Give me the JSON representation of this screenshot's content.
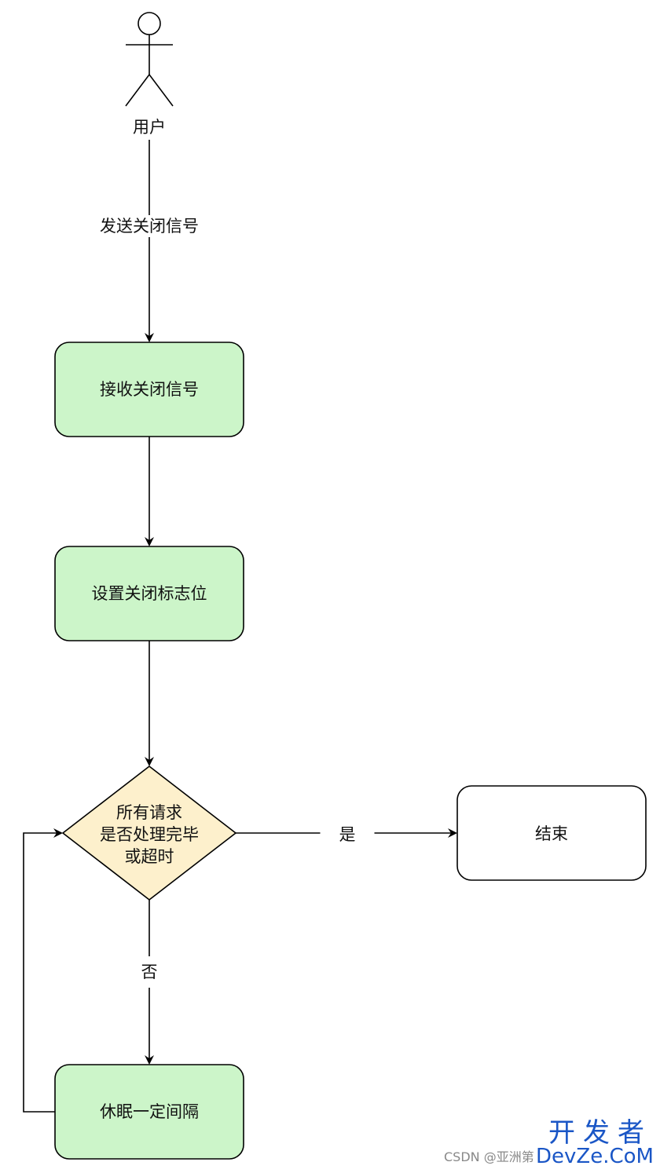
{
  "actor": {
    "label": "用户"
  },
  "edges": {
    "send_signal": "发送关闭信号",
    "yes": "是",
    "no": "否"
  },
  "nodes": {
    "receive": "接收关闭信号",
    "set_flag": "设置关闭标志位",
    "decision_line1": "所有请求",
    "decision_line2": "是否处理完毕",
    "decision_line3": "或超时",
    "end": "结束",
    "sleep": "休眠一定间隔"
  },
  "watermark": {
    "brand": "开发者",
    "site": "DevZe.CoM",
    "credit": "CSDN @亚洲第"
  },
  "colors": {
    "process_fill": "#ccf5c9",
    "decision_fill": "#fdf0cc",
    "end_fill": "#ffffff",
    "stroke": "#000000",
    "watermark": "#1a56c6"
  }
}
